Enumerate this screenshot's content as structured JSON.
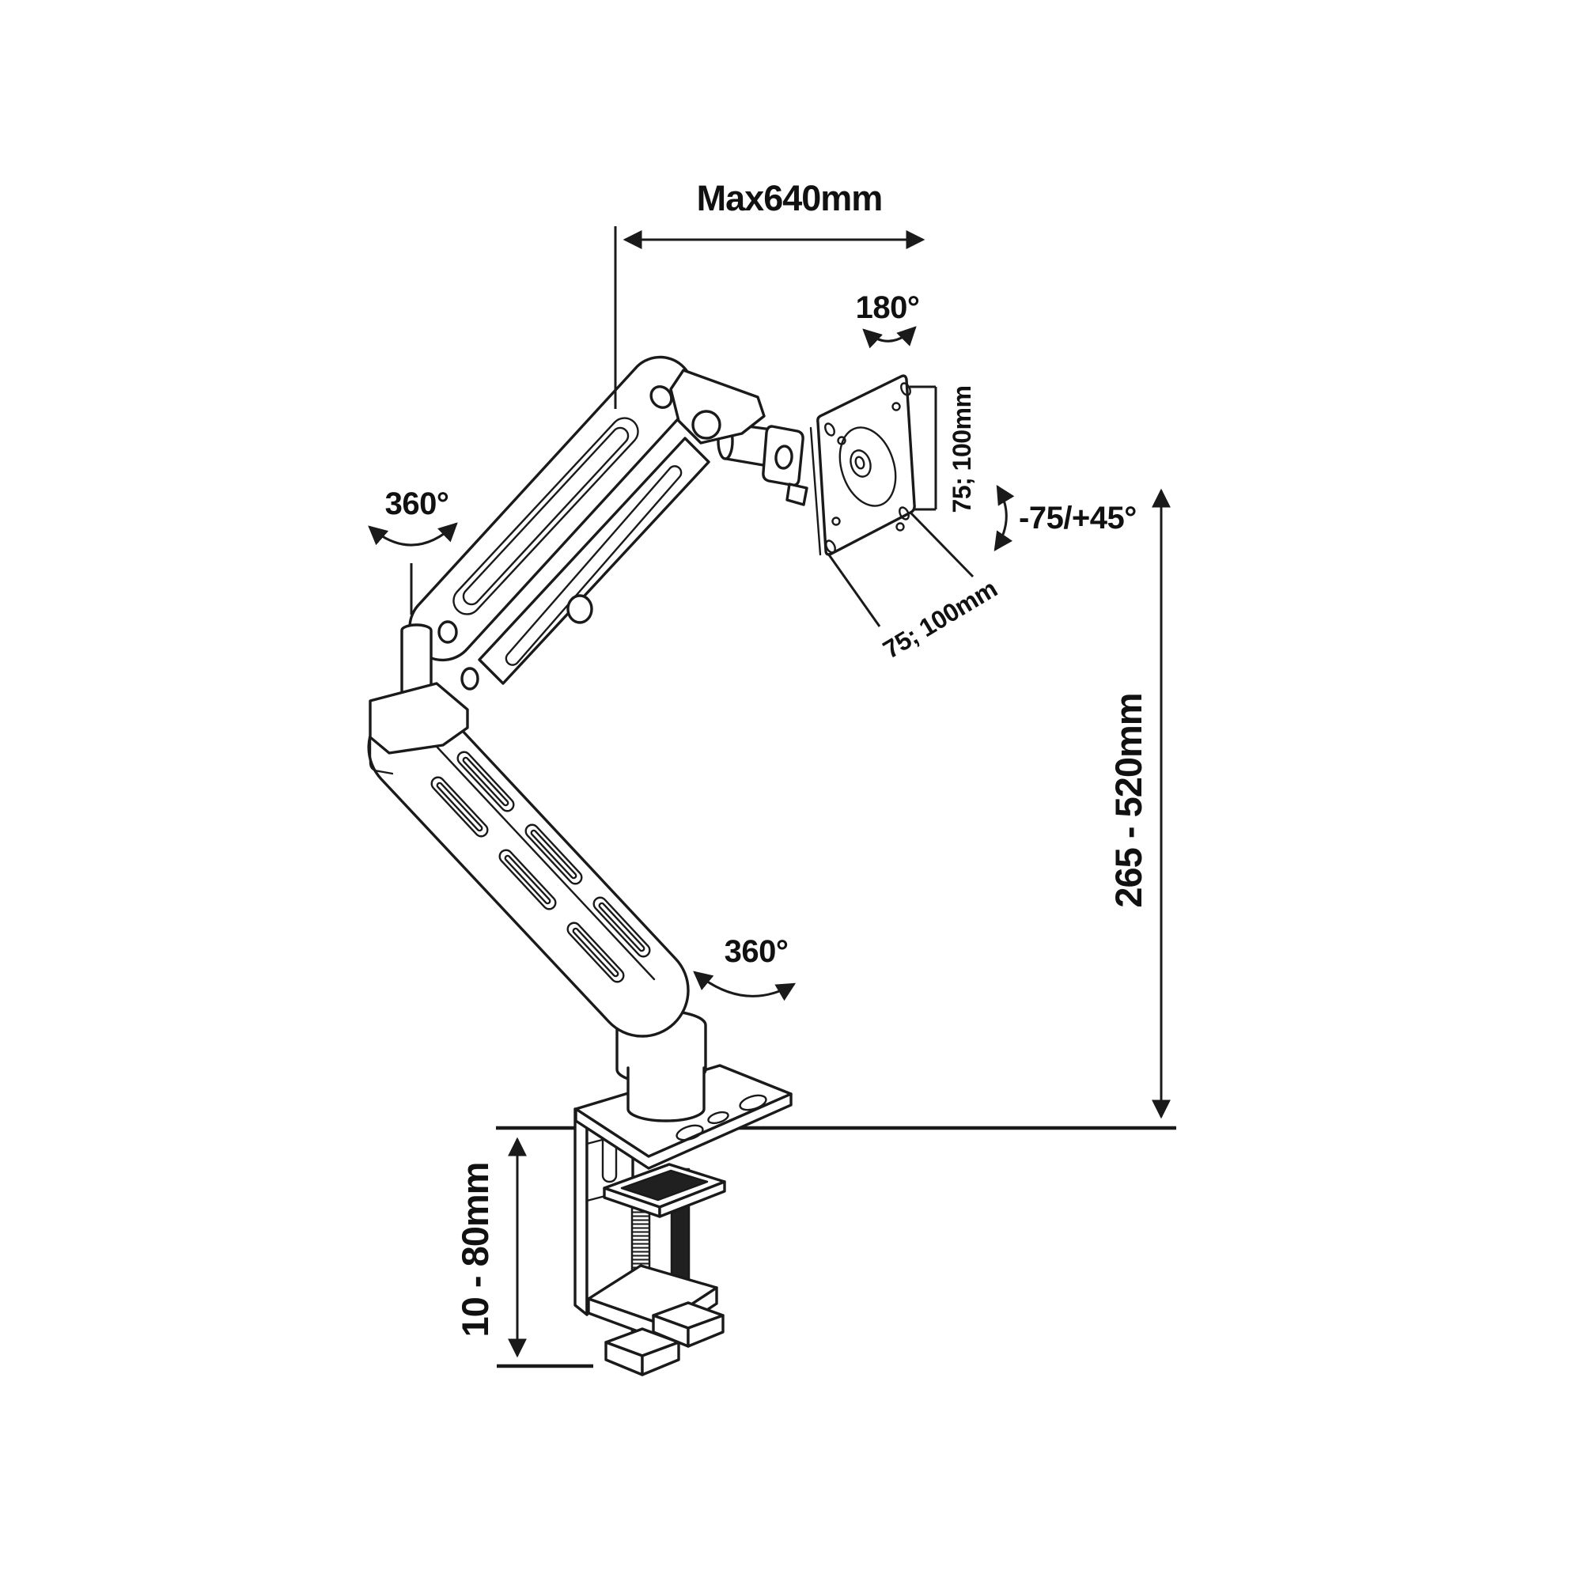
{
  "diagram": {
    "description": "monitor-arm-desk-mount-dimensions",
    "labels": {
      "max_reach": "Max640mm",
      "head_swivel": "180°",
      "vesa_side": "75; 100mm",
      "vesa_bottom": "75; 100mm",
      "tilt_range": "-75/+45°",
      "height_range": "265 - 520mm",
      "swivel_upper": "360°",
      "swivel_base": "360°",
      "clamp_thickness": "10 - 80mm"
    },
    "colors": {
      "line": "#1a1a1a",
      "background": "#ffffff",
      "dark_fill": "#202020"
    }
  }
}
